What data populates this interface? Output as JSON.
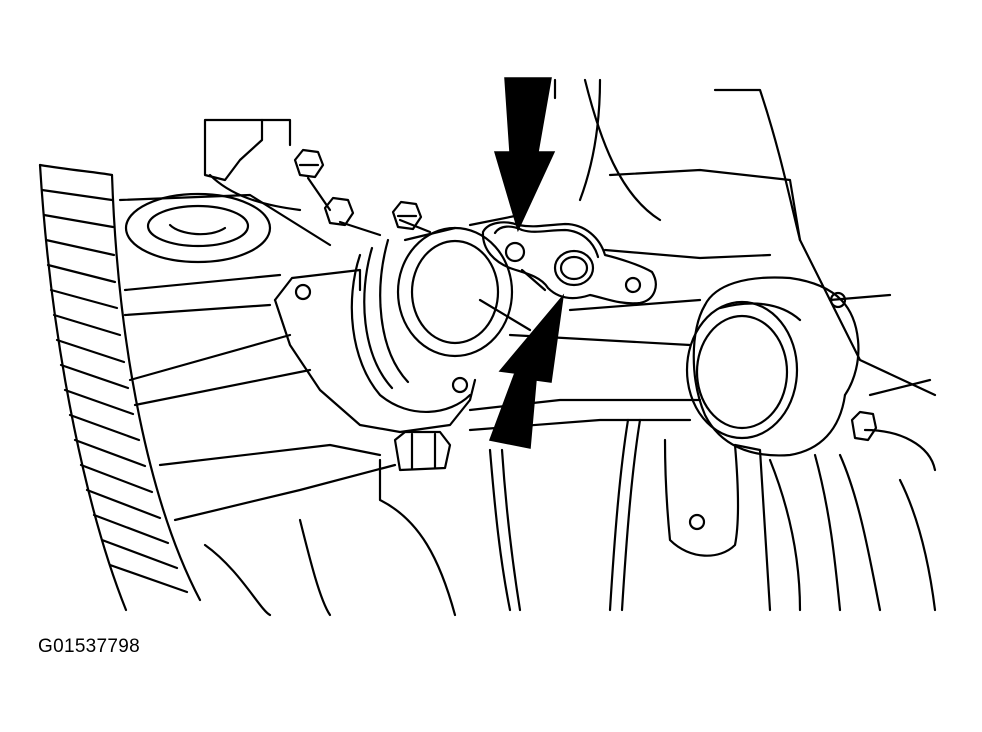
{
  "figure": {
    "id_label": "G01537798",
    "line_color": "#000000",
    "background_color": "#ffffff",
    "annotations": [
      {
        "kind": "arrow",
        "direction": "down",
        "points_to": "upper-mounting-hole"
      },
      {
        "kind": "arrow",
        "direction": "up",
        "points_to": "coolant-passage-port"
      }
    ]
  }
}
